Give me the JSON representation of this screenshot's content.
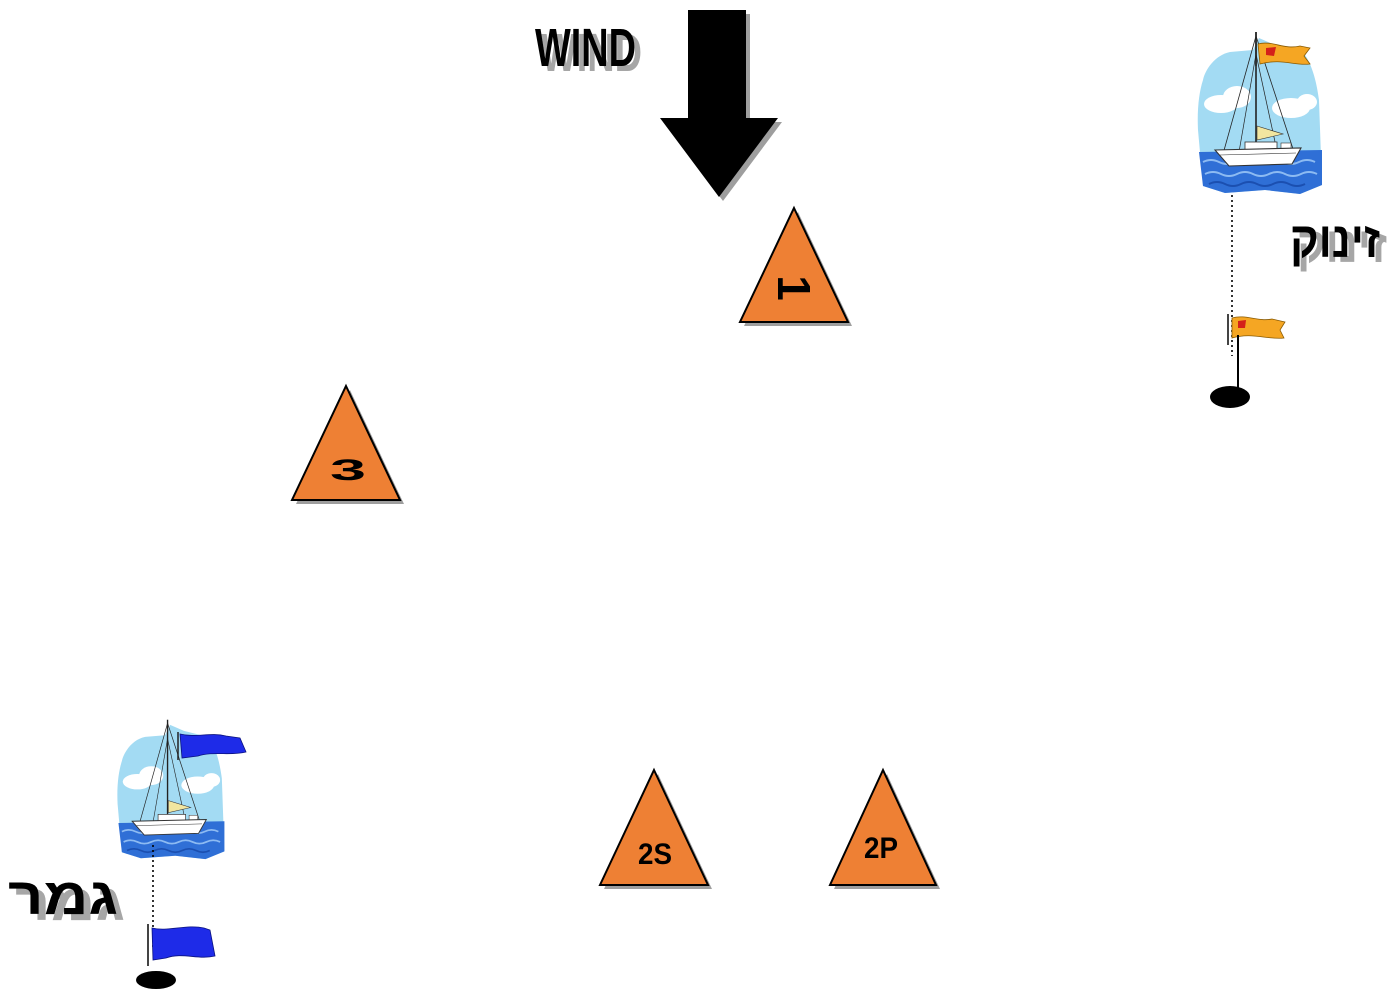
{
  "diagram": {
    "wind": {
      "label": "WIND",
      "arrow_icon": "arrow-down-icon"
    },
    "marks": [
      {
        "label": "1"
      },
      {
        "label": "3"
      },
      {
        "label": "2S"
      },
      {
        "label": "2P"
      }
    ],
    "start": {
      "label": "זינוק",
      "icon": "sailboat-icon",
      "flag_color": "#F5A623"
    },
    "finish": {
      "label": "גמר",
      "icon": "sailboat-icon",
      "flag_color": "#1E2BE8"
    },
    "colors": {
      "mark_fill": "#EE8034",
      "shadow": "#9E9E9E",
      "sky": "#A3DBF3",
      "water": "#2F6FD6"
    }
  }
}
